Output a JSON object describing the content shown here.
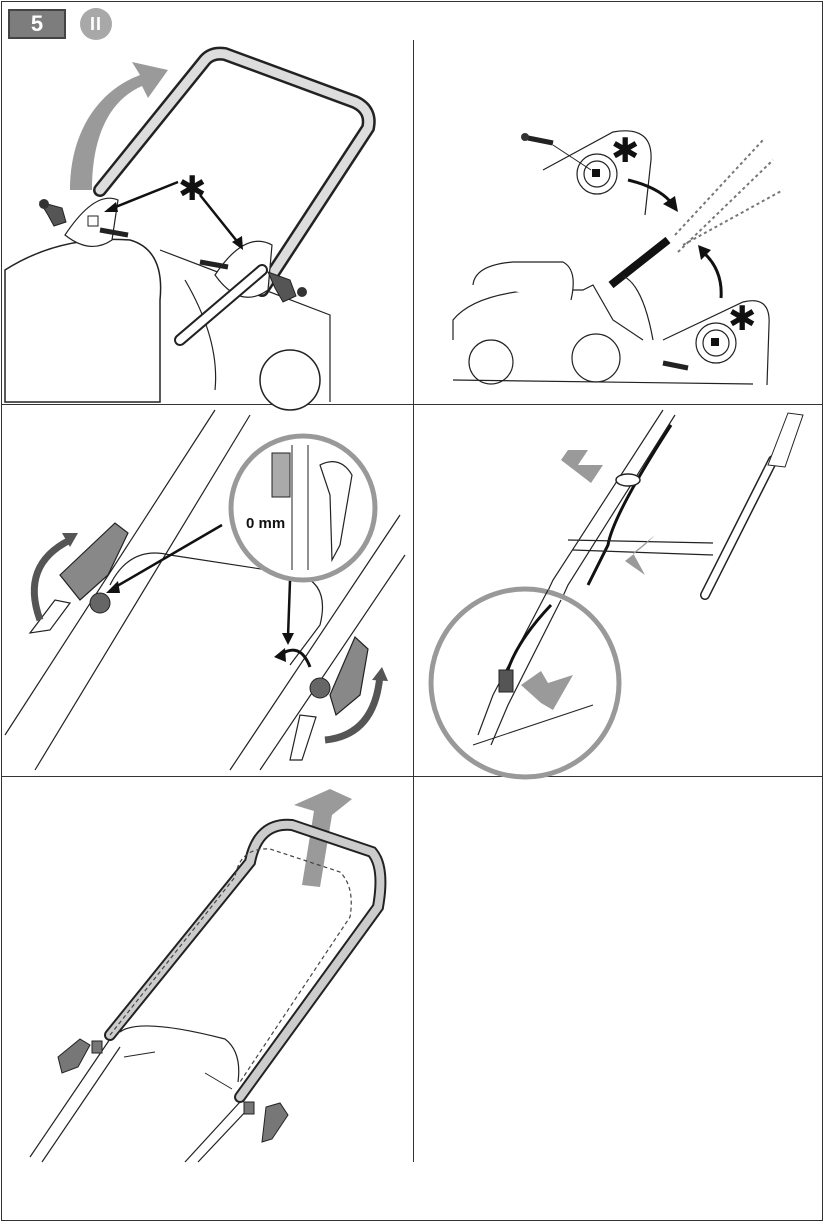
{
  "header": {
    "step_number": "5",
    "mode_label": "II"
  },
  "panels": {
    "panel2": {
      "marker": "✱"
    },
    "panel3": {
      "dimension": "0 mm"
    }
  },
  "colors": {
    "arrow_gray": "#9a9a9a",
    "line": "#222222",
    "badge": "#7d7d7d"
  }
}
